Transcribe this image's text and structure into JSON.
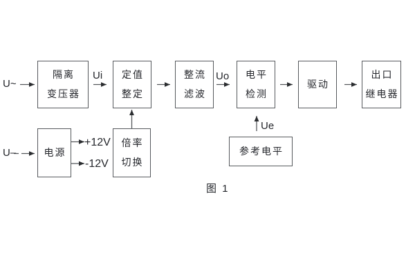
{
  "figure": {
    "caption": "图 1",
    "colors": {
      "line": "#55585c",
      "arrowhead": "#2b2d30",
      "text": "#24262b",
      "background": "#ffffff"
    },
    "inputs": {
      "ac_label": "U~",
      "dc_label": "U–"
    },
    "signals": {
      "ui": "Ui",
      "uo": "Uo",
      "ue": "Ue",
      "rail_pos": "+12V",
      "rail_neg": "-12V"
    },
    "blocks": {
      "isolation_transformer": {
        "line1": "隔离",
        "line2": "变压器"
      },
      "value_setting": {
        "line1": "定值",
        "line2": "整定"
      },
      "rectify_filter": {
        "line1": "整流",
        "line2": "滤波"
      },
      "level_detect": {
        "line1": "电平",
        "line2": "检测"
      },
      "drive": {
        "line1": "驱动"
      },
      "output_relay": {
        "line1": "出口",
        "line2": "继电器"
      },
      "power_supply": {
        "line1": "电源"
      },
      "ratio_switch": {
        "line1": "倍率",
        "line2": "切换"
      },
      "reference_level": {
        "line1": "参考电平"
      }
    }
  }
}
